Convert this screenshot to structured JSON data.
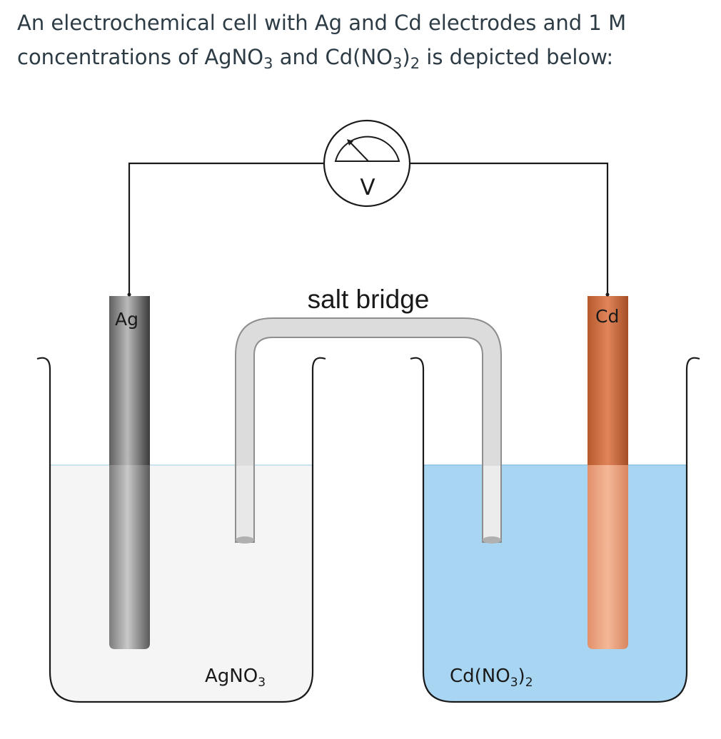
{
  "question": {
    "line1": "An electrochemical cell with Ag and Cd electrodes and 1 M",
    "line2_prefix": "concentrations of AgNO",
    "line2_sub1": "3",
    "line2_mid": " and Cd(NO",
    "line2_sub2": "3",
    "line2_close": ")",
    "line2_sub3": "2",
    "line2_suffix": " is depicted below:"
  },
  "diagram": {
    "voltmeter_label": "V",
    "salt_bridge_label": "salt bridge",
    "left_electrode_label": "Ag",
    "right_electrode_label": "Cd",
    "left_solution": {
      "base": "AgNO",
      "sub": "3"
    },
    "right_solution": {
      "base": "Cd(NO",
      "sub1": "3",
      "close": ")",
      "sub2": "2"
    },
    "colors": {
      "left_solution": "#f5f5f5",
      "right_solution": "#a8d5f2",
      "silver_electrode": "#8a8a8a",
      "cadmium_electrode": "#d9744a",
      "salt_bridge": "#dcdcdc",
      "wire": "#1a1a1a"
    }
  }
}
